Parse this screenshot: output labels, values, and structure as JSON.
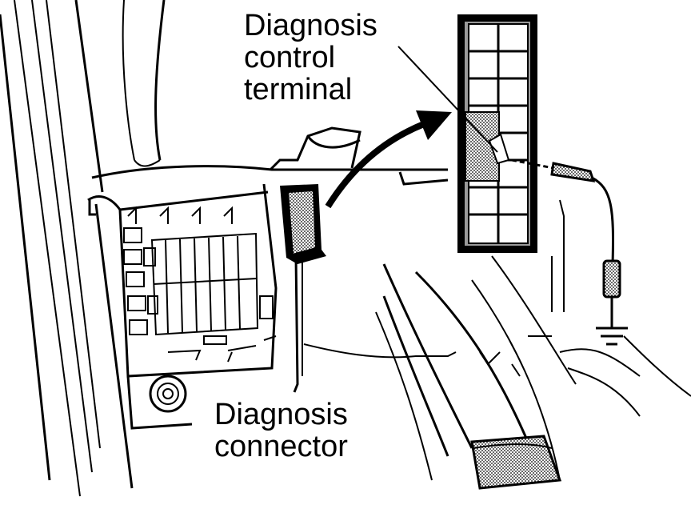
{
  "labels": {
    "terminal": {
      "line1": "Diagnosis",
      "line2": "control",
      "line3": "terminal"
    },
    "connector": {
      "line1": "Diagnosis",
      "line2": "connector"
    }
  },
  "colors": {
    "ink": "#000000",
    "paper": "#ffffff",
    "shade": "#9a9a9a"
  },
  "icons": [
    "ground-symbol-icon",
    "probe-plug-icon",
    "arrow-icon"
  ]
}
